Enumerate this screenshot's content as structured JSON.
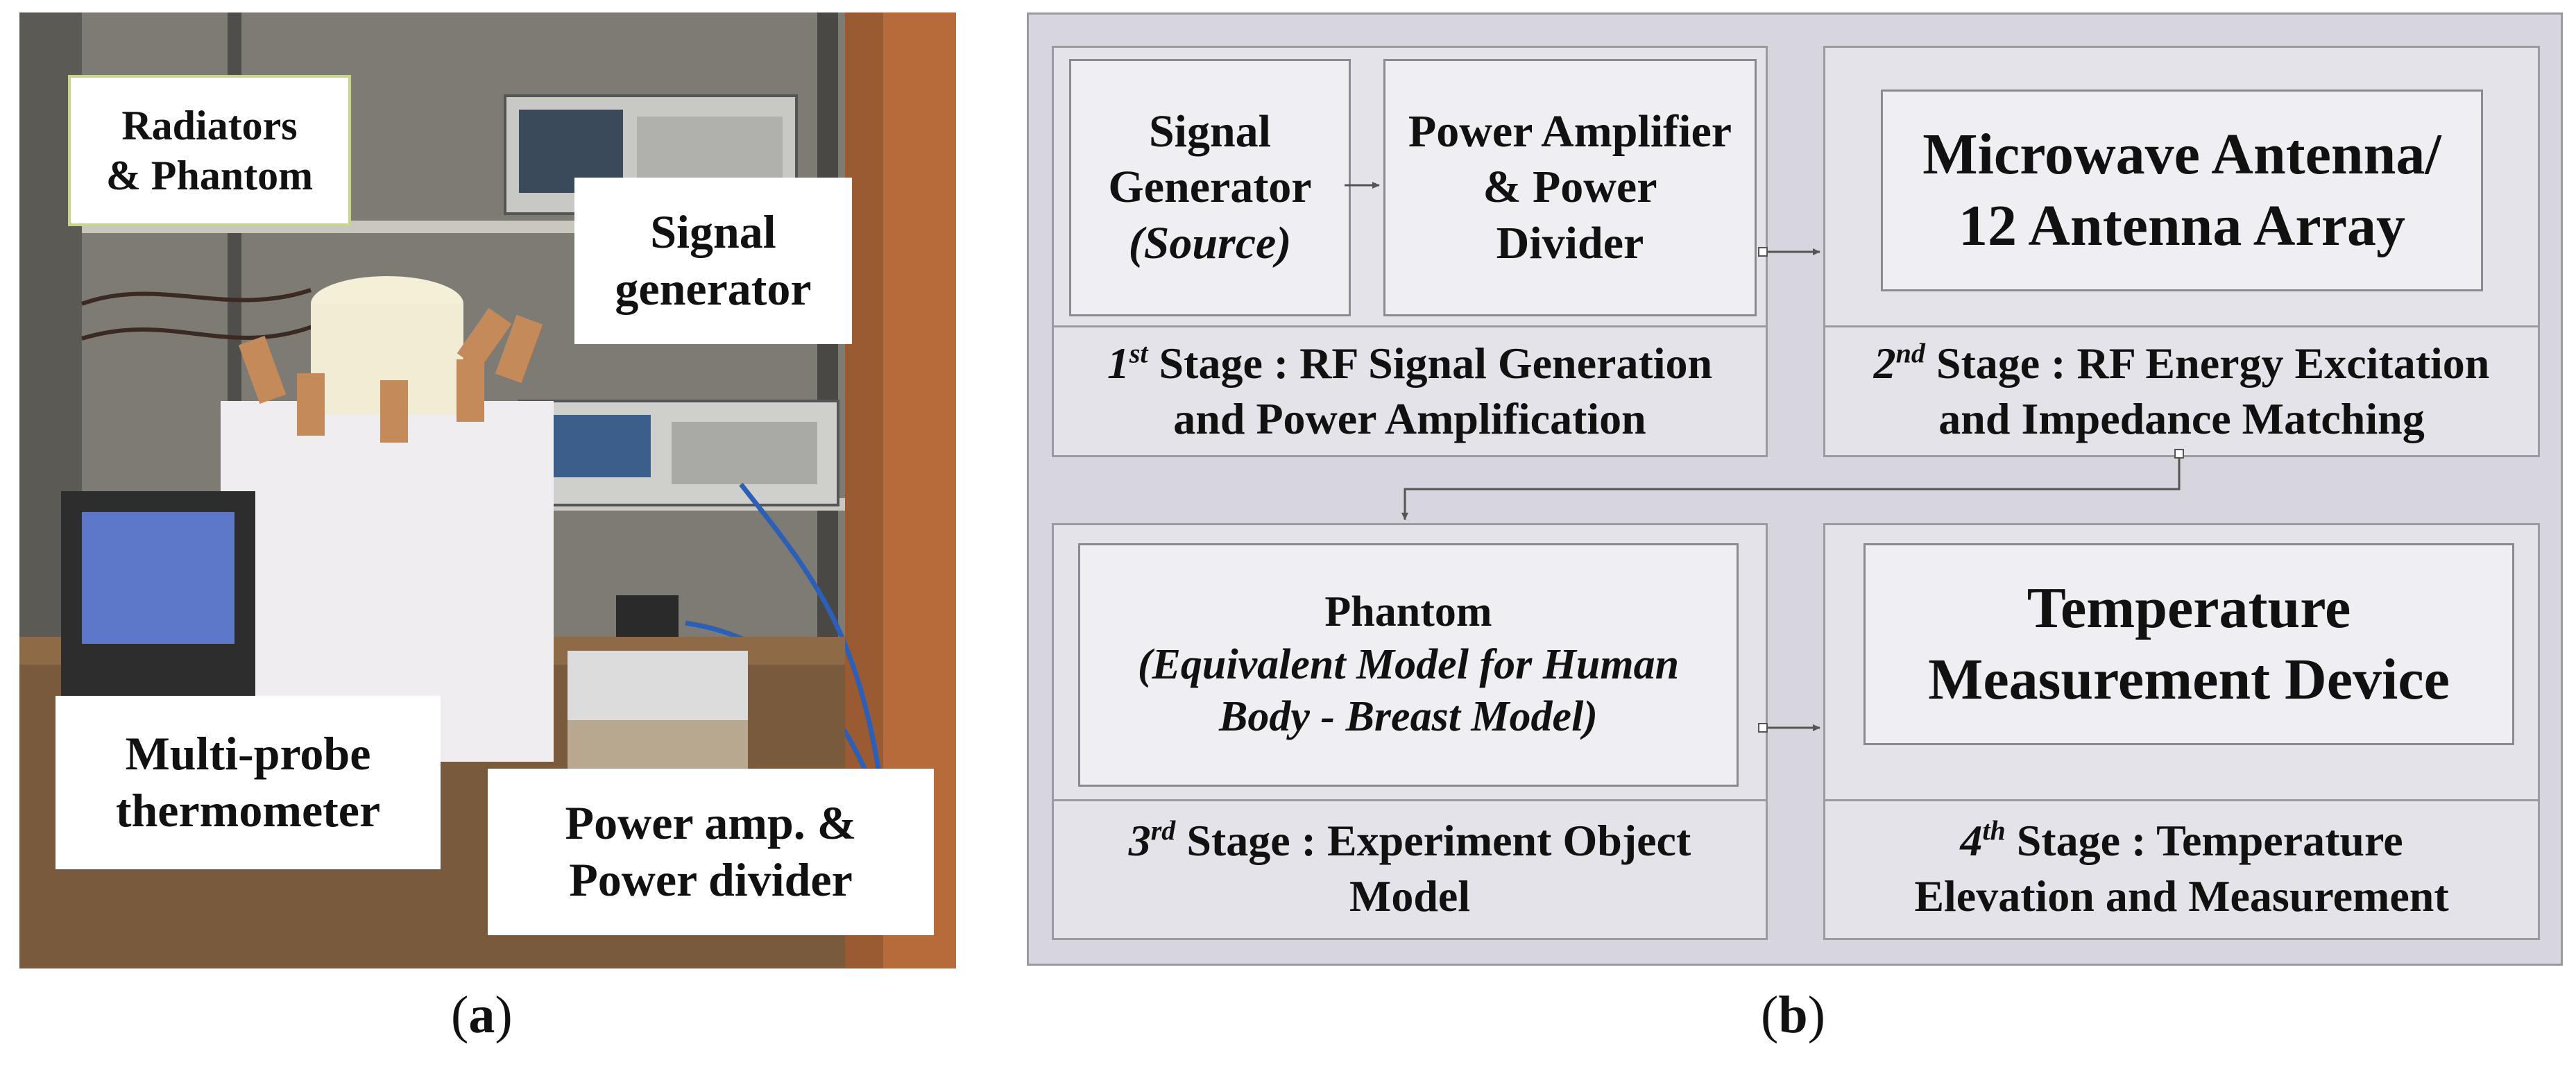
{
  "panel_a": {
    "caption_open": "(",
    "caption_letter": "a",
    "caption_close": ")",
    "labels": {
      "radiators": "Radiators\n& Phantom",
      "signal_generator": "Signal\ngenerator",
      "thermometer": "Multi-probe\nthermometer",
      "power": "Power amp. &\nPower divider"
    }
  },
  "panel_b": {
    "caption_open": "(",
    "caption_letter": "b",
    "caption_close": ")",
    "stage1": {
      "box_signal_line1": "Signal",
      "box_signal_line2": "Generator",
      "box_signal_line3": "(Source)",
      "box_amp": "Power Amplifier\n& Power\nDivider",
      "ord_num": "1",
      "ord_suffix": "st",
      "label_rest": " Stage : RF Signal Generation",
      "label_line2": "and Power Amplification"
    },
    "stage2": {
      "box_antenna": "Microwave Antenna/\n12 Antenna Array",
      "ord_num": "2",
      "ord_suffix": "nd",
      "label_rest": " Stage : RF Energy Excitation",
      "label_line2": "and Impedance Matching"
    },
    "stage3": {
      "box_phantom_line1": "Phantom",
      "box_phantom_line2": "(Equivalent Model for Human",
      "box_phantom_line3": "Body - Breast Model)",
      "ord_num": "3",
      "ord_suffix": "rd",
      "label_rest": " Stage : Experiment Object",
      "label_line2": "Model"
    },
    "stage4": {
      "box_temp": "Temperature\nMeasurement Device",
      "ord_num": "4",
      "ord_suffix": "th",
      "label_rest": " Stage : Temperature",
      "label_line2": "Elevation and Measurement"
    },
    "colors": {
      "background": "#d7d6de",
      "box_fill": "#efeef3",
      "border": "#9a9aa2",
      "arrow": "#555555"
    }
  }
}
